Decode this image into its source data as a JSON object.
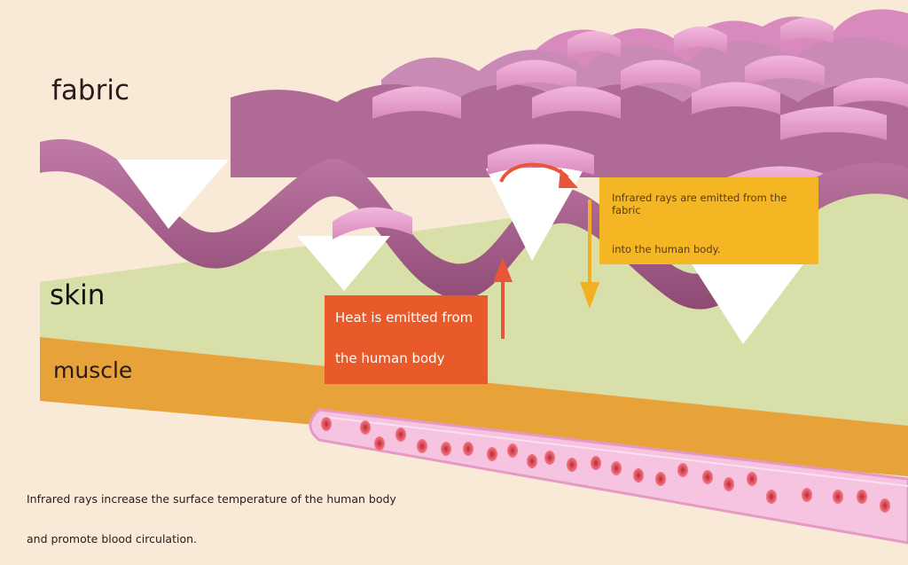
{
  "labels": {
    "fabric": "fabric",
    "skin": "skin",
    "muscle": "muscle"
  },
  "callouts": {
    "heat_line1": "Heat is emitted from",
    "heat_line2": "the human body",
    "infrared_line1": "Infrared rays are emitted from the fabric",
    "infrared_line2": "into the human body."
  },
  "caption": {
    "line1": "Infrared rays increase the surface temperature of the human body",
    "line2": "and promote blood circulation."
  },
  "colors": {
    "background": "#f9ead8",
    "skin": "#d9dfa9",
    "muscle": "#e8a23a",
    "fabric_dark": "#a35a88",
    "fabric_light": "#e9a0cf",
    "heat_box": "#e85a2a",
    "infrared_box": "#f5b623",
    "vessel": "#f6c4e0",
    "blood_cell": "#e24a5a"
  }
}
